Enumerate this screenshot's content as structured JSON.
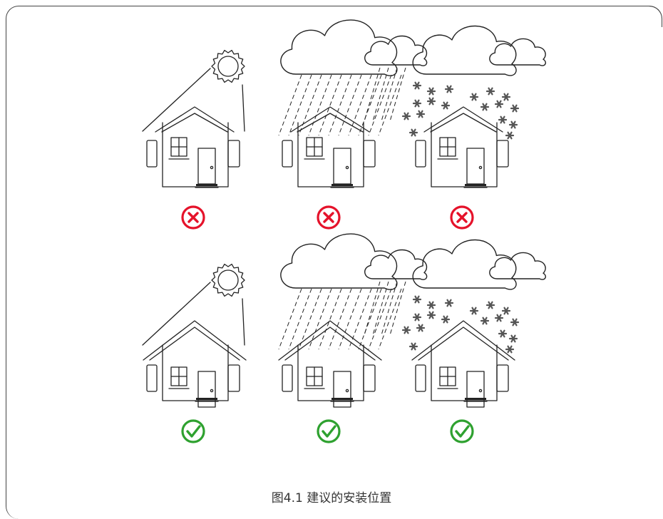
{
  "caption": "图4.1 建议的安装位置",
  "colors": {
    "line": "#222222",
    "wrong": "#e5122a",
    "right": "#2ea12f",
    "snow": "#555555"
  },
  "rows": [
    {
      "verdict": "not-recommended",
      "scenes": [
        {
          "condition": "sun",
          "roof_eave": "short",
          "status_icon": "cross-circle-icon"
        },
        {
          "condition": "rain",
          "roof_eave": "short",
          "status_icon": "cross-circle-icon"
        },
        {
          "condition": "snow",
          "roof_eave": "short",
          "status_icon": "cross-circle-icon"
        }
      ]
    },
    {
      "verdict": "recommended",
      "scenes": [
        {
          "condition": "sun",
          "roof_eave": "long",
          "status_icon": "check-circle-icon"
        },
        {
          "condition": "rain",
          "roof_eave": "long",
          "status_icon": "check-circle-icon"
        },
        {
          "condition": "snow",
          "roof_eave": "long",
          "status_icon": "check-circle-icon"
        }
      ]
    }
  ]
}
